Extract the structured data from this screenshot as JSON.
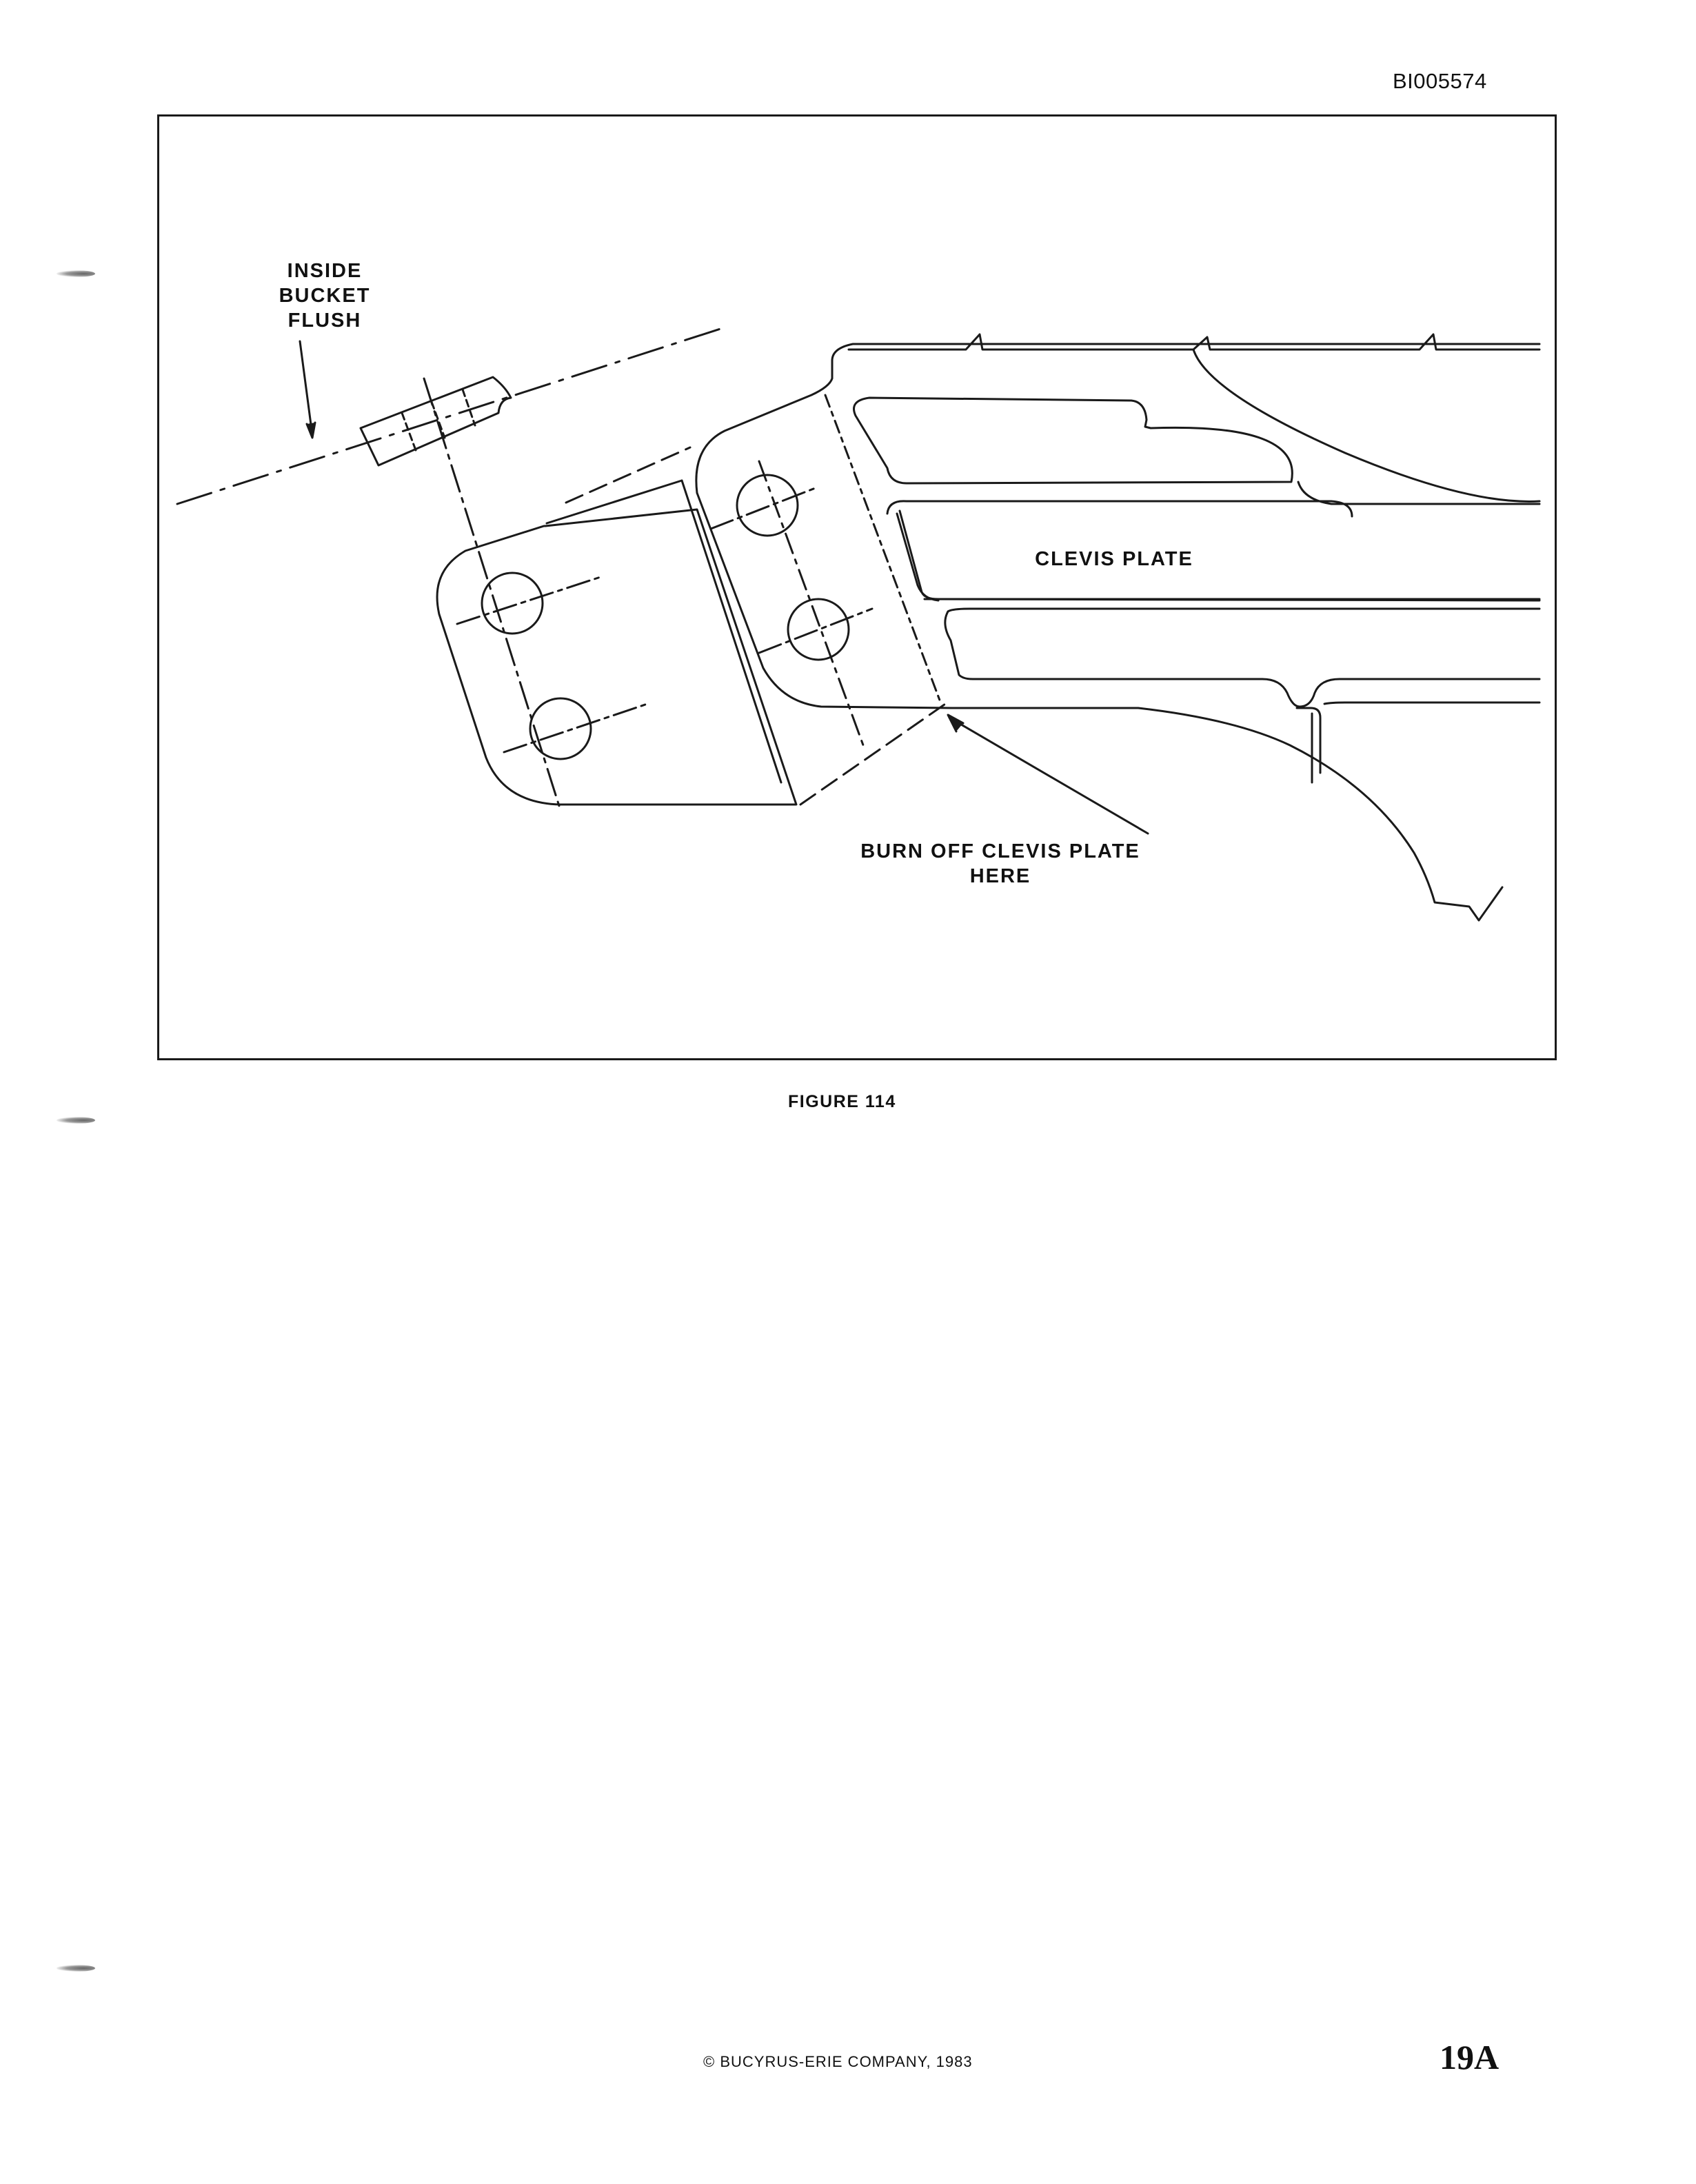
{
  "header": {
    "doc_id": "BI005574"
  },
  "figure": {
    "labels": {
      "inside_bucket_flush": "INSIDE\nBUCKET\nFLUSH",
      "clevis_plate": "CLEVIS PLATE",
      "burn_off": "BURN OFF CLEVIS PLATE\nHERE"
    },
    "caption": "FIGURE 114"
  },
  "footer": {
    "copyright": "© BUCYRUS-ERIE COMPANY, 1983",
    "page_number": "19A"
  },
  "colors": {
    "ink": "#1a1a1a",
    "paper": "#ffffff"
  }
}
